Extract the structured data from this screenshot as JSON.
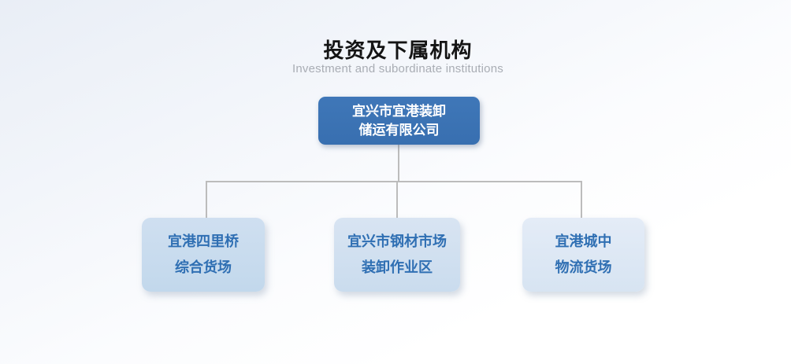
{
  "header": {
    "title": "投资及下属机构",
    "subtitle": "Investment and subordinate institutions"
  },
  "org_chart": {
    "root": {
      "name_line1": "宜兴市宜港装卸",
      "name_line2": "储运有限公司"
    },
    "children": [
      {
        "name_line1": "宜港四里桥",
        "name_line2": "综合货场"
      },
      {
        "name_line1": "宜兴市钢材市场",
        "name_line2": "装卸作业区"
      },
      {
        "name_line1": "宜港城中",
        "name_line2": "物流货场"
      }
    ]
  },
  "colors": {
    "root_box_bg": "#3a72b4",
    "root_box_text": "#ffffff",
    "child_box_text": "#2f6fb3",
    "child_box_bg_left": "#c6daee",
    "child_box_bg_middle": "#cfdfef",
    "child_box_bg_right": "#dde8f4",
    "connector": "#bcbcbc",
    "title_text": "#141414",
    "subtitle_text": "#a9adb4"
  }
}
